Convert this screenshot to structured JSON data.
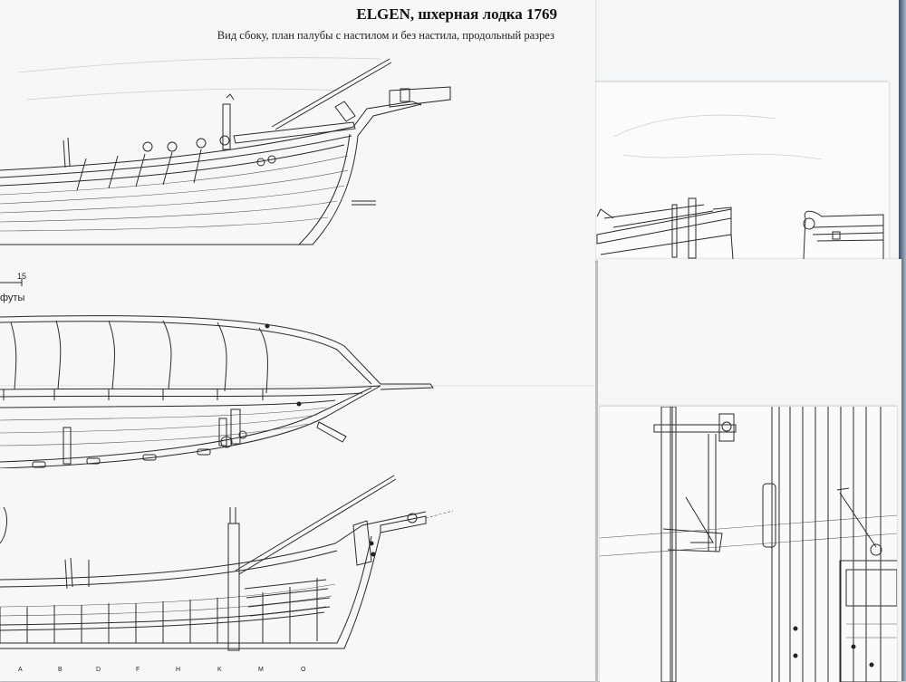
{
  "document": {
    "title": "ELGEN, шхерная лодка 1769",
    "subtitle": "Вид сбоку, план палубы с настилом и без настила, продольный разрез",
    "scale": {
      "mark": "15",
      "unit": "футы"
    },
    "stations": [
      "A",
      "B",
      "D",
      "F",
      "H",
      "K",
      "M",
      "O"
    ]
  },
  "icons": {
    "side-view": "hull-side-elevation-drawing",
    "deck-plan": "hull-deck-plan-drawing",
    "section": "hull-longitudinal-section-drawing",
    "detail-top": "bow-detail-drawing",
    "detail-bottom": "deck-fitting-detail-drawing"
  },
  "colors": {
    "paper": "#f7f7f8",
    "ink": "#2a2a2a",
    "background": "#c9ccd0"
  }
}
